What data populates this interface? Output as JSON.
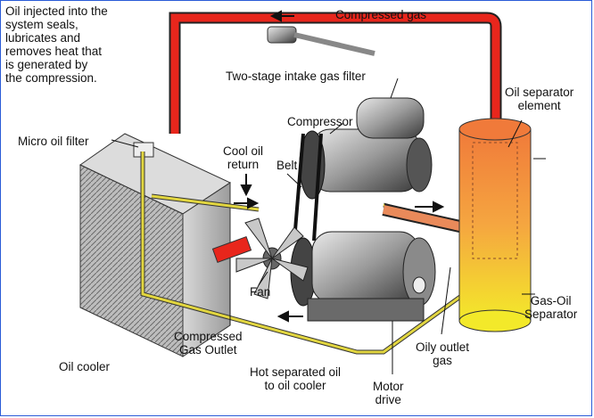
{
  "labels": {
    "oil_injected_note": "Oil injected into the\nsystem seals,\nlubricates and\nremoves heat that\nis generated by\nthe compression.",
    "compressed_gas": "Compressed gas",
    "two_stage_filter": "Two-stage intake gas filter",
    "oil_separator_element": "Oil separator\nelement",
    "compressor": "Compressor",
    "micro_oil_filter": "Micro oil filter",
    "cool_oil_return": "Cool oil\nreturn",
    "belt": "Belt",
    "fan": "Fan",
    "gas_oil_separator": "Gas-Oil\nSeparator",
    "compressed_gas_outlet": "Compressed\nGas Outlet",
    "oily_outlet_gas": "Oily outlet\ngas",
    "hot_separated_oil": "Hot separated oil\nto oil cooler",
    "motor_drive": "Motor\ndrive",
    "oil_cooler": "Oil cooler"
  },
  "colors": {
    "gas_pipe": "#e8261c",
    "oil_line": "#e2d640",
    "cooler_body": "#c9c9c9",
    "separator_top": "#f07a3a",
    "separator_bottom": "#f3e92a"
  }
}
